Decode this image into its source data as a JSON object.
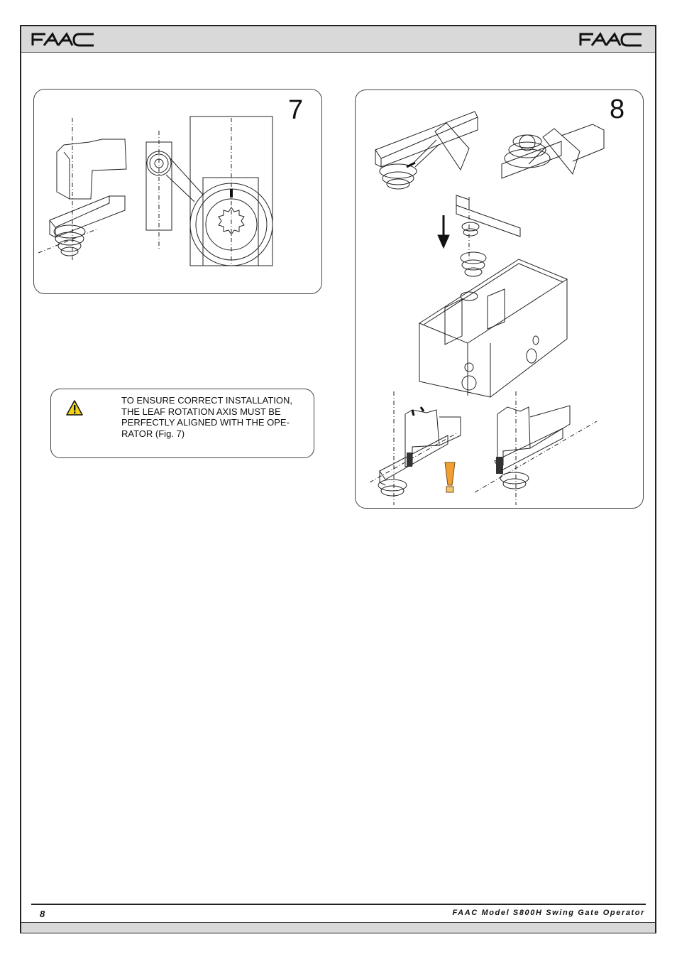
{
  "header": {
    "logo_left": "FAAC",
    "logo_right": "FAAC"
  },
  "figures": [
    {
      "number": "7"
    },
    {
      "number": "8"
    }
  ],
  "warning": {
    "icon": "warning-triangle-icon",
    "lines": [
      "TO ENSURE CORRECT INSTALLATION,",
      "THE LEAF ROTATION AXIS MUST BE",
      "PERFECTLY ALIGNED WITH THE OPE-",
      "RATOR (Fig. 7)"
    ]
  },
  "footer": {
    "page_number": "8",
    "title": "FAAC Model S800H Swing Gate Operator"
  },
  "colors": {
    "header_bar": "#d9d9d9",
    "warning_yellow": "#f2d21b",
    "caution_orange": "#f0a030"
  }
}
